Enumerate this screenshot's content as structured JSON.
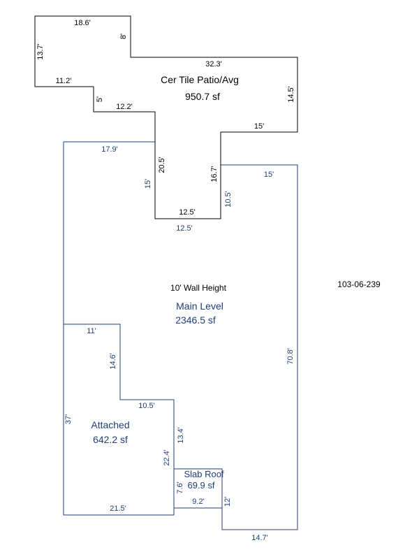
{
  "patio": {
    "name": "Cer Tile Patio/Avg",
    "area": "950.7 sf",
    "dims": {
      "top": "18.6'",
      "left": "13.7'",
      "notch_right": "8'",
      "top_right": "32.3'",
      "step_left_h": "11.2'",
      "step_left_v": "5'",
      "step_mid_h": "12.2'",
      "right": "14.5'",
      "bottom_right": "15'",
      "stem_left": "20.5'",
      "stem_right": "16.7'",
      "stem_bottom": "12.5'"
    }
  },
  "main": {
    "wall_height": "10' Wall Height",
    "name": "Main Level",
    "area": "2346.5 sf",
    "dims": {
      "top_left": "17.9'",
      "notch_left": "15'",
      "notch_bottom": "12.5'",
      "notch_right": "10.5'",
      "top_right": "15'",
      "right": "70.8'",
      "bottom": "14.7'",
      "garage_top": "11'"
    }
  },
  "attached": {
    "name": "Attached",
    "area": "642.2 sf",
    "dims": {
      "left": "37'",
      "step_v": "14.6'",
      "step_h": "10.5'",
      "right_upper": "13.4'",
      "right": "22.4'",
      "bottom": "21.5'"
    }
  },
  "slab": {
    "name": "Slab Roof",
    "area": "69.9 sf",
    "dims": {
      "left": "7.6'",
      "bottom": "9.2'",
      "right": "12'"
    }
  },
  "parcel_id": "103-06-239",
  "colors": {
    "patio_line": "#000000",
    "main_line": "#1f3f7a",
    "main_text": "#1f3f7a"
  }
}
